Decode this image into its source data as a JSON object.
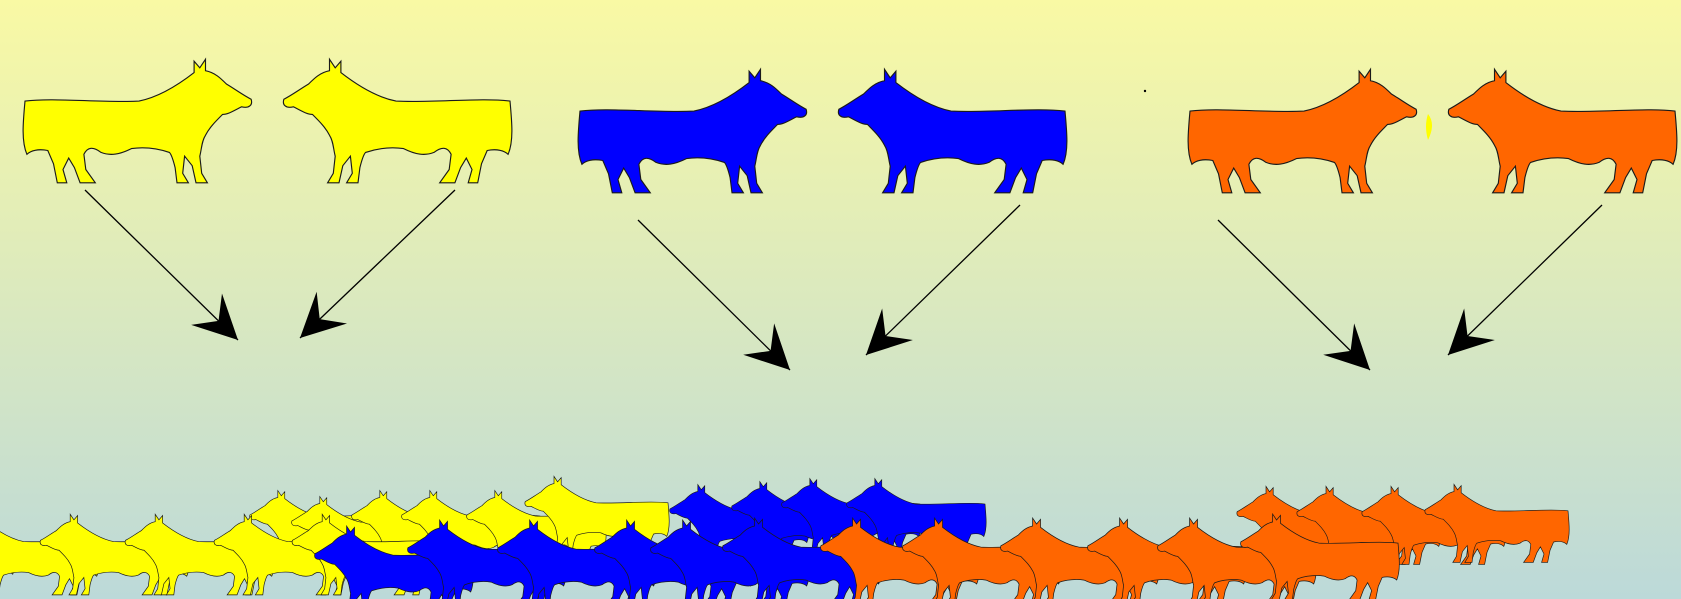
{
  "background": {
    "top": "#f9f9a4",
    "bottom": "#bcd9d9"
  },
  "colors": {
    "yellow": "#ffff00",
    "blue": "#0000ff",
    "orange": "#ff6600",
    "outline": "#1a1a1a",
    "arrow": "#000000"
  },
  "groups": [
    {
      "id": "yellow",
      "color": "#ffff00",
      "parent_count": 2,
      "offspring_count": 12
    },
    {
      "id": "blue",
      "color": "#0000ff",
      "parent_count": 2,
      "offspring_count": 10
    },
    {
      "id": "orange",
      "color": "#ff6600",
      "parent_count": 2,
      "offspring_count": 10
    }
  ]
}
